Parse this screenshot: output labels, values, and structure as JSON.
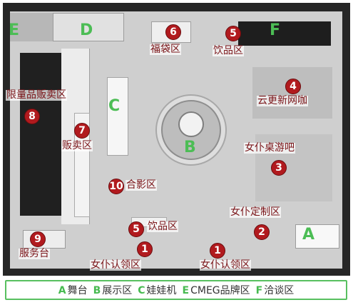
{
  "zone_letters": {
    "A": "A",
    "B": "B",
    "C": "C",
    "D": "D",
    "E": "E",
    "F": "F"
  },
  "markers": [
    {
      "number": "1",
      "label": "女仆认领区"
    },
    {
      "number": "1",
      "label": "女仆认领区"
    },
    {
      "number": "2",
      "label": "女仆定制区"
    },
    {
      "number": "3",
      "label": "女仆桌游吧"
    },
    {
      "number": "4",
      "label": "云更新网咖"
    },
    {
      "number": "5",
      "label": "饮品区"
    },
    {
      "number": "5",
      "label": "饮品区"
    },
    {
      "number": "6",
      "label": "福袋区"
    },
    {
      "number": "7",
      "label": "贩卖区"
    },
    {
      "number": "8",
      "label": "限量品贩卖区"
    },
    {
      "number": "9",
      "label": "服务台"
    },
    {
      "number": "10",
      "label": "合影区"
    }
  ],
  "legend": [
    {
      "key": "A",
      "name": "舞台"
    },
    {
      "key": "B",
      "name": "展示区"
    },
    {
      "key": "C",
      "name": "娃娃机"
    },
    {
      "key": "E",
      "name": "CMEG品牌区"
    },
    {
      "key": "F",
      "name": "洽谈区"
    }
  ],
  "colors": {
    "marker": "#b11a1e",
    "zone_letter": "#4cbd55",
    "legend_border": "#58c060"
  }
}
